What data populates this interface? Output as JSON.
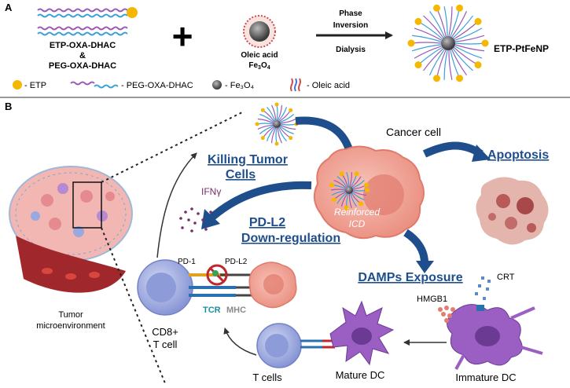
{
  "panel_a": {
    "label": "A",
    "compound1": "ETP-OXA-DHAC",
    "ampersand": "&",
    "compound2": "PEG-OXA-DHAC",
    "plus": "+",
    "core_label_line1": "Oleic acid",
    "core_label_line2": "Fe",
    "core_label_sub3": "3",
    "core_label_o": "O",
    "core_label_sub4": "4",
    "process1": "Phase",
    "process2": "Inversion",
    "process3": "Dialysis",
    "product": "ETP-PtFeNP",
    "legend": {
      "etp": "- ETP",
      "peg": "- PEG-OXA-DHAC",
      "fe3o4": "- Fe₃O₄",
      "oleic": "- Oleic acid"
    }
  },
  "panel_b": {
    "label": "B",
    "cancer_cell": "Cancer cell",
    "killing1": "Killing Tumor",
    "killing2": "Cells",
    "apoptosis": "Apoptosis",
    "ifn": "IFNγ",
    "pdl2_1": "PD-L2",
    "pdl2_2": "Down-regulation",
    "reinforced1": "Reinforced",
    "reinforced2": "ICD",
    "damps": "DAMPs Exposure",
    "crt": "CRT",
    "hmgb1": "HMGB1",
    "pd1": "PD-1",
    "pdl2": "PD-L2",
    "tcr": "TCR",
    "mhc": "MHC",
    "cd8_1": "CD8+",
    "cd8_2": "T cell",
    "tme1": "Tumor",
    "tme2": "microenvironment",
    "tcells": "T cells",
    "mature": "Mature DC",
    "immature": "Immature DC"
  },
  "colors": {
    "accent_blue": "#1f4e8c",
    "etp_yellow": "#f5b800",
    "cancer_pink": "#f0a596",
    "dc_purple": "#8a4fb0",
    "tcell_blue": "#a8b4e6"
  }
}
